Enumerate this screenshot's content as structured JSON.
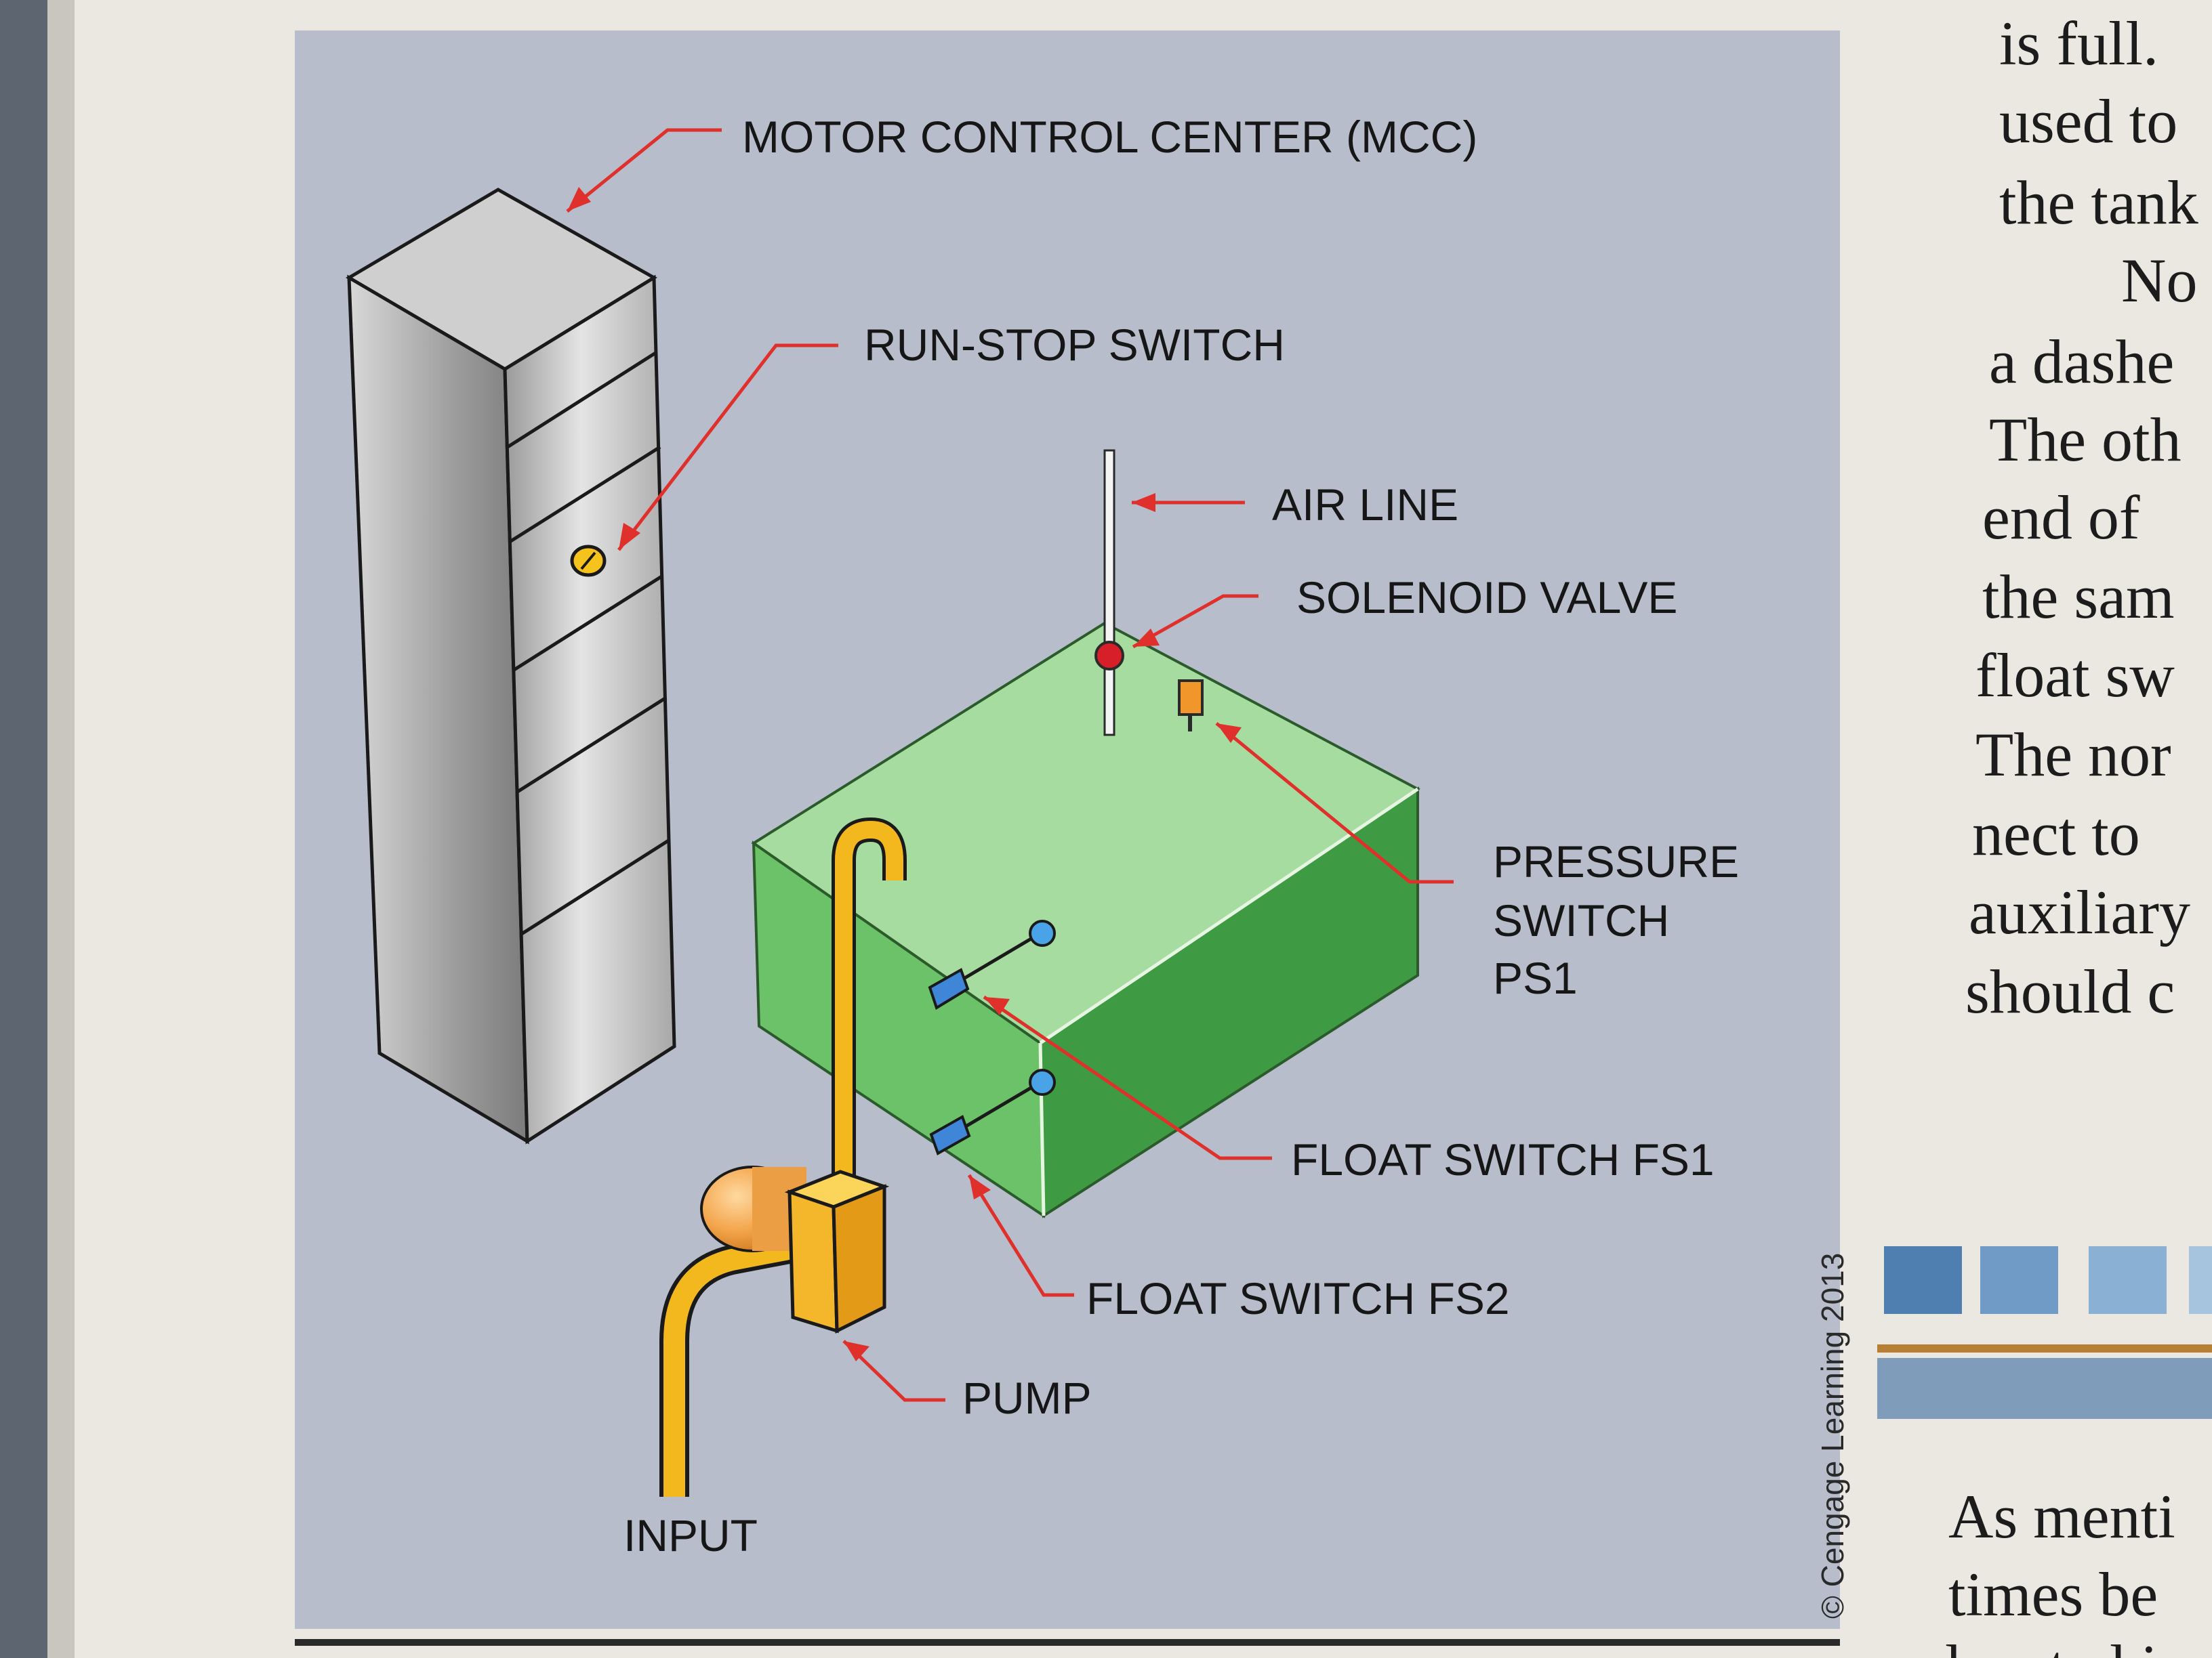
{
  "figure": {
    "labels": {
      "mcc": "MOTOR CONTROL CENTER (MCC)",
      "run_stop": "RUN-STOP SWITCH",
      "air_line": "AIR LINE",
      "solenoid": "SOLENOID VALVE",
      "pressure_1": "PRESSURE",
      "pressure_2": "SWITCH",
      "pressure_3": "PS1",
      "fs1": "FLOAT SWITCH FS1",
      "fs2": "FLOAT SWITCH FS2",
      "pump": "PUMP",
      "input": "INPUT"
    },
    "credit": "© Cengage Learning 2013",
    "colors": {
      "panel": "#b7bdcb",
      "tank_top": "#a6dca0",
      "tank_front": "#6cc268",
      "tank_side": "#3f9a44",
      "pipe": "#f2b81e",
      "leader": "#e0302b",
      "cabinet": "#d4d4d4"
    }
  },
  "page_text": {
    "lines": [
      "is full.",
      "used to",
      "the tank",
      "No",
      "a dashe",
      "The oth",
      "end of",
      "the sam",
      "float sw",
      "The nor",
      "nect to",
      "auxiliary",
      "should c"
    ],
    "bottom_lines": [
      "As menti",
      "times be",
      "located i"
    ]
  }
}
